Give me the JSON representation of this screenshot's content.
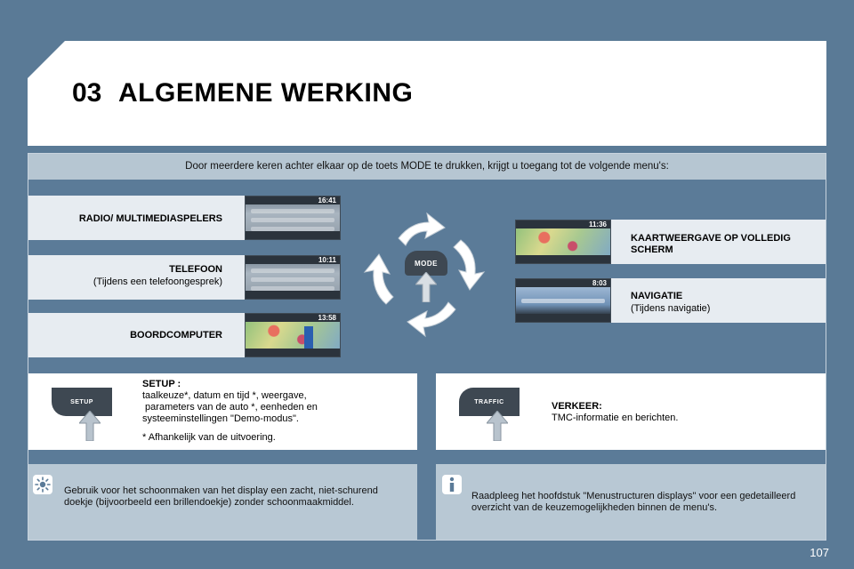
{
  "header": {
    "chapter": "03",
    "title": "ALGEMENE WERKING"
  },
  "intro": "Door meerdere keren achter elkaar op de toets MODE te drukken, krijgt u toegang tot de volgende menu's:",
  "menus_left": [
    {
      "title": "RADIO/ MULTIMEDIASPELERS",
      "subtitle": ""
    },
    {
      "title": "TELEFOON",
      "subtitle": "(Tijdens een telefoongesprek)"
    },
    {
      "title": "BOORDCOMPUTER",
      "subtitle": ""
    }
  ],
  "menus_right": [
    {
      "title": "KAARTWEERGAVE OP VOLLEDIG SCHERM",
      "subtitle": ""
    },
    {
      "title": "NAVIGATIE",
      "subtitle": "(Tijdens navigatie)"
    }
  ],
  "screens": {
    "radio_time": "16:41",
    "phone_time": "10:11",
    "computer_time": "13:58",
    "map_time": "11:36",
    "nav_time": "8:03"
  },
  "mode_button": "MODE",
  "setup": {
    "button": "SETUP",
    "title": "SETUP :",
    "line1": "taalkeuze*, datum en tijd *, weergave,",
    "line2": " parameters van de auto *, eenheden en",
    "line3": "systeeminstellingen \"Demo-modus\".",
    "footnote": "* Afhankelijk van de uitvoering."
  },
  "traffic": {
    "button": "TRAFFIC",
    "title": "VERKEER:",
    "text": "TMC-informatie en berichten."
  },
  "tips": {
    "left": "Gebruik voor het schoonmaken van het display een zacht, niet-schurend doekje (bijvoorbeeld een brillendoekje) zonder schoonmaakmiddel.",
    "right": "Raadpleeg het hoofdstuk \"Menustructuren displays\" voor een gedetailleerd overzicht van de keuzemogelijkheden binnen de menu's."
  },
  "page_number": "107",
  "colors": {
    "background": "#5a7a96",
    "band": "#e7ecf1",
    "tip": "#b8c8d4",
    "arrow": "#ffffff"
  }
}
